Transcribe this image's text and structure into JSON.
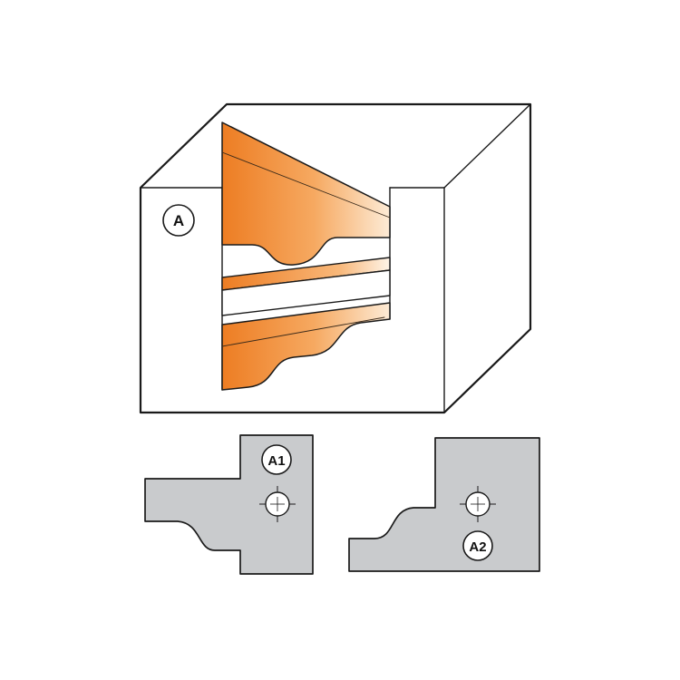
{
  "figure": {
    "workpiece_label": "A",
    "knife_left_label": "A1",
    "knife_right_label": "A2"
  },
  "colors": {
    "cut_surface_orange": "#ED7D23",
    "cut_surface_light": "#FDEBD6",
    "knife_gray": "#C9CBCD",
    "outline_black": "#1A1A1A",
    "background_white": "#FFFFFF"
  }
}
